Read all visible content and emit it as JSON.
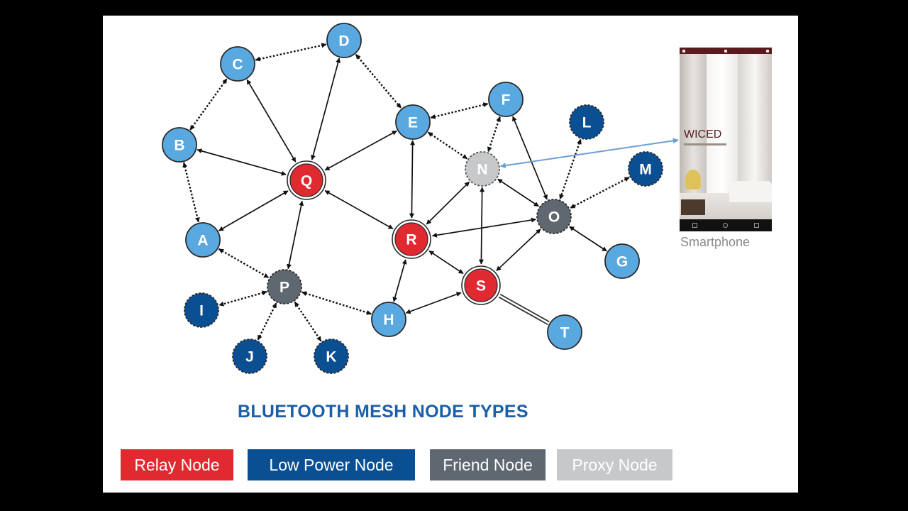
{
  "title": "BLUETOOTH MESH NODE TYPES",
  "colors": {
    "relay": "#e02a30",
    "low_power": "#0a4f92",
    "friend": "#5f6770",
    "proxy": "#c6c8ca",
    "regular": "#5aa8e0",
    "title": "#1b5fa8",
    "phone_link": "#6b9fd4"
  },
  "legend": [
    {
      "label": "Relay Node",
      "color_key": "relay"
    },
    {
      "label": "Low Power Node",
      "color_key": "low_power"
    },
    {
      "label": "Friend Node",
      "color_key": "friend"
    },
    {
      "label": "Proxy Node",
      "color_key": "proxy"
    }
  ],
  "nodes": [
    {
      "id": "A",
      "type": "regular"
    },
    {
      "id": "B",
      "type": "regular"
    },
    {
      "id": "C",
      "type": "regular"
    },
    {
      "id": "D",
      "type": "regular"
    },
    {
      "id": "E",
      "type": "regular"
    },
    {
      "id": "F",
      "type": "regular"
    },
    {
      "id": "G",
      "type": "regular"
    },
    {
      "id": "H",
      "type": "regular"
    },
    {
      "id": "I",
      "type": "low_power"
    },
    {
      "id": "J",
      "type": "low_power"
    },
    {
      "id": "K",
      "type": "low_power"
    },
    {
      "id": "L",
      "type": "low_power"
    },
    {
      "id": "M",
      "type": "low_power"
    },
    {
      "id": "N",
      "type": "proxy"
    },
    {
      "id": "O",
      "type": "friend"
    },
    {
      "id": "P",
      "type": "friend"
    },
    {
      "id": "Q",
      "type": "relay"
    },
    {
      "id": "R",
      "type": "relay"
    },
    {
      "id": "S",
      "type": "relay"
    },
    {
      "id": "T",
      "type": "regular"
    }
  ],
  "edges": [
    {
      "from": "C",
      "to": "D",
      "style": "dotted"
    },
    {
      "from": "B",
      "to": "C",
      "style": "dotted"
    },
    {
      "from": "D",
      "to": "E",
      "style": "dotted"
    },
    {
      "from": "C",
      "to": "Q",
      "style": "solid"
    },
    {
      "from": "D",
      "to": "Q",
      "style": "solid"
    },
    {
      "from": "B",
      "to": "Q",
      "style": "solid"
    },
    {
      "from": "E",
      "to": "Q",
      "style": "solid"
    },
    {
      "from": "A",
      "to": "Q",
      "style": "solid"
    },
    {
      "from": "P",
      "to": "Q",
      "style": "solid"
    },
    {
      "from": "R",
      "to": "Q",
      "style": "solid"
    },
    {
      "from": "E",
      "to": "F",
      "style": "dotted"
    },
    {
      "from": "E",
      "to": "R",
      "style": "solid"
    },
    {
      "from": "E",
      "to": "N",
      "style": "dotted"
    },
    {
      "from": "F",
      "to": "N",
      "style": "dotted"
    },
    {
      "from": "F",
      "to": "O",
      "style": "solid"
    },
    {
      "from": "L",
      "to": "O",
      "style": "dotted"
    },
    {
      "from": "M",
      "to": "O",
      "style": "dotted"
    },
    {
      "from": "N",
      "to": "O",
      "style": "solid"
    },
    {
      "from": "N",
      "to": "R",
      "style": "solid"
    },
    {
      "from": "N",
      "to": "S",
      "style": "solid"
    },
    {
      "from": "O",
      "to": "R",
      "style": "solid"
    },
    {
      "from": "O",
      "to": "S",
      "style": "solid"
    },
    {
      "from": "O",
      "to": "G",
      "style": "solid"
    },
    {
      "from": "R",
      "to": "S",
      "style": "solid"
    },
    {
      "from": "R",
      "to": "H",
      "style": "solid"
    },
    {
      "from": "S",
      "to": "H",
      "style": "solid"
    },
    {
      "from": "S",
      "to": "T",
      "style": "double"
    },
    {
      "from": "B",
      "to": "A",
      "style": "dotted"
    },
    {
      "from": "A",
      "to": "P",
      "style": "dotted"
    },
    {
      "from": "P",
      "to": "H",
      "style": "dotted"
    },
    {
      "from": "P",
      "to": "I",
      "style": "dotted"
    },
    {
      "from": "P",
      "to": "J",
      "style": "dotted"
    },
    {
      "from": "P",
      "to": "K",
      "style": "dotted"
    },
    {
      "from": "N",
      "to": "phone",
      "style": "phone"
    }
  ],
  "smartphone": {
    "label": "Smartphone",
    "app_title": "WICED"
  }
}
